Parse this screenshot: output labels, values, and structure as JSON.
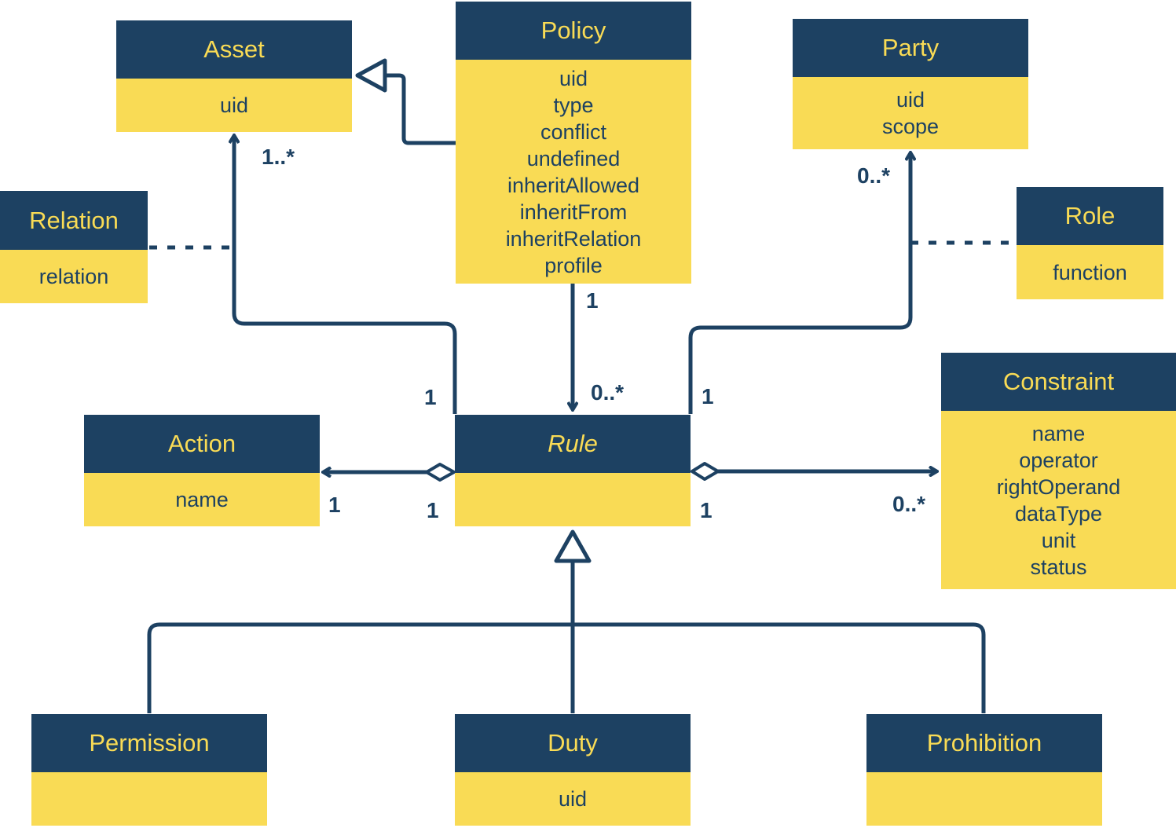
{
  "classes": [
    {
      "id": "asset",
      "name": "Asset",
      "attributes": [
        "uid"
      ]
    },
    {
      "id": "policy",
      "name": "Policy",
      "attributes": [
        "uid",
        "type",
        "conflict",
        "undefined",
        "inheritAllowed",
        "inheritFrom",
        "inheritRelation",
        "profile"
      ]
    },
    {
      "id": "party",
      "name": "Party",
      "attributes": [
        "uid",
        "scope"
      ]
    },
    {
      "id": "relation",
      "name": "Relation",
      "attributes": [
        "relation"
      ]
    },
    {
      "id": "role",
      "name": "Role",
      "attributes": [
        "function"
      ]
    },
    {
      "id": "action",
      "name": "Action",
      "attributes": [
        "name"
      ]
    },
    {
      "id": "rule",
      "name": "Rule",
      "attributes": [],
      "abstract": true
    },
    {
      "id": "constraint",
      "name": "Constraint",
      "attributes": [
        "name",
        "operator",
        "rightOperand",
        "dataType",
        "unit",
        "status"
      ]
    },
    {
      "id": "permission",
      "name": "Permission",
      "attributes": []
    },
    {
      "id": "duty",
      "name": "Duty",
      "attributes": [
        "uid"
      ]
    },
    {
      "id": "prohibition",
      "name": "Prohibition",
      "attributes": []
    }
  ],
  "multiplicities": {
    "asset_end": "1..*",
    "rule_asset_end": "1",
    "policy_end": "1",
    "rule_policy_end": "0..*",
    "rule_party_end": "1",
    "party_end": "0..*",
    "action_end": "1",
    "rule_action_end": "1",
    "rule_constraint_end": "1",
    "constraint_end": "0..*"
  },
  "colors": {
    "header": "#1d4162",
    "body": "#f9db55",
    "line": "#1d4162"
  }
}
